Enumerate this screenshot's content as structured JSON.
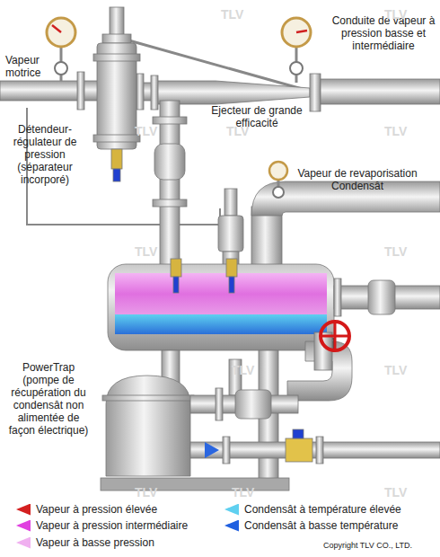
{
  "diagram": {
    "labels": [
      "Vapeur motrice",
      "Conduite de vapeur à pression basse et intermédiaire",
      "Ejecteur de grande efficacité",
      "Détendeur-régulateur de pression (séparateur incorporé)",
      "Vapeur de revaporisation Condensât",
      "PowerTrap (pompe de récupération du condensât non alimentée de façon électrique)",
      "Copyright TLV CO., LTD.",
      "TLV",
      "TLV",
      "TLV",
      "TLV",
      "TLV",
      "TLV",
      "TLV",
      "TLV",
      "TLV",
      "TLV",
      "TLV",
      "TLV"
    ],
    "legend": [
      {
        "text": "Vapeur à pression élevée",
        "color": "#d42020"
      },
      {
        "text": "Vapeur à pression intermédiaire",
        "color": "#e040e0"
      },
      {
        "text": "Vapeur à basse pression",
        "color": "#f0b0f0"
      },
      {
        "text": "Condensât à température élevée",
        "color": "#5fd0f0"
      },
      {
        "text": "Condensât à basse température",
        "color": "#2060e0"
      }
    ]
  }
}
